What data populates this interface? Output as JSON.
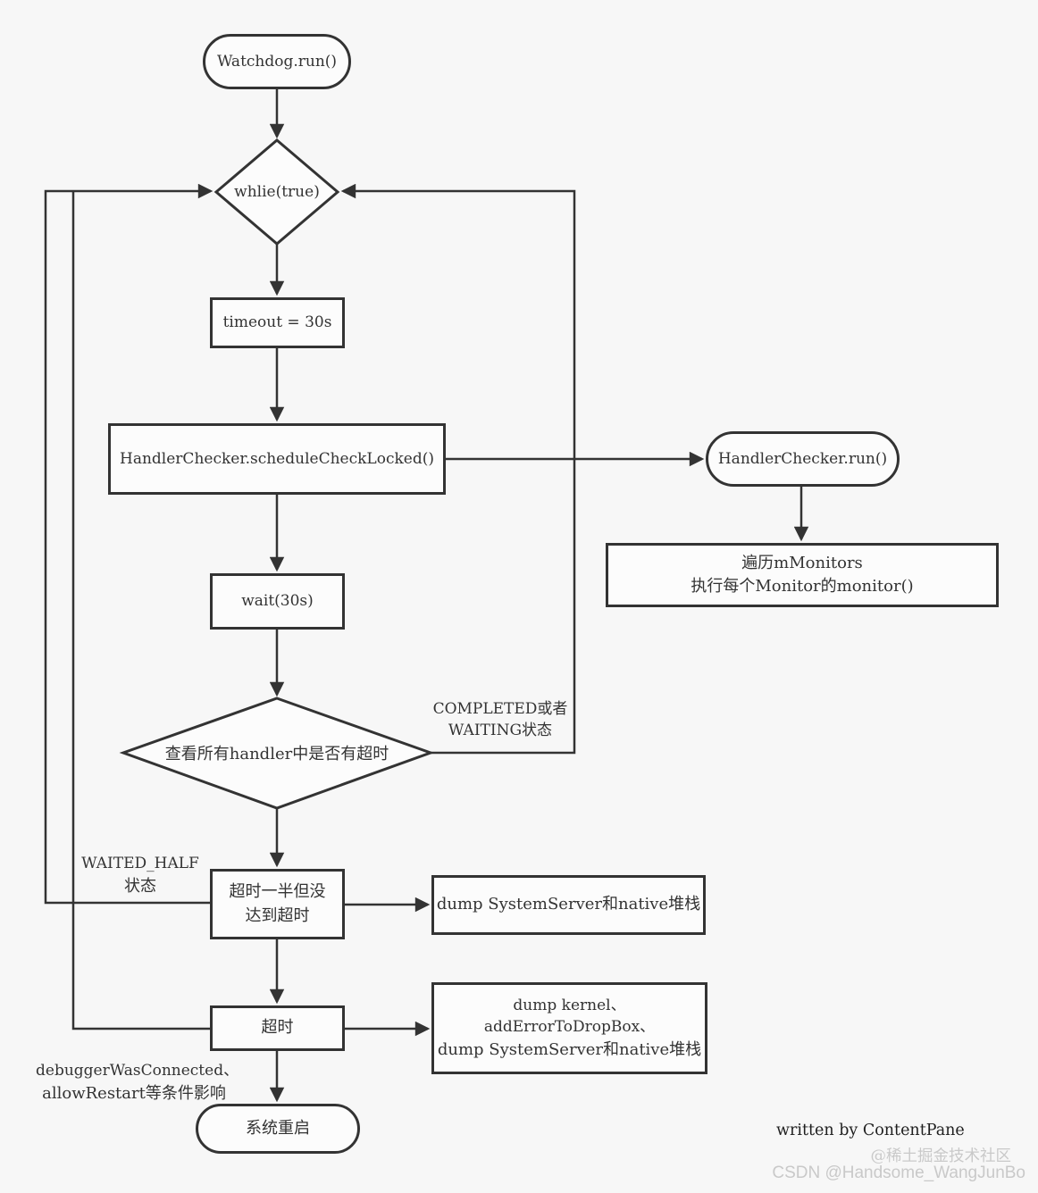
{
  "page": {
    "background": "#f7f7f7",
    "line_color": "#333333",
    "node_fill": "#fcfcfc",
    "text_color": "#333333"
  },
  "nodes": {
    "watchdog_run": {
      "label": "Watchdog.run()"
    },
    "while_true": {
      "label": "whlie(true)"
    },
    "timeout_30s": {
      "label": "timeout = 30s"
    },
    "schedule_check": {
      "label": "HandlerChecker.scheduleCheckLocked()"
    },
    "handler_run": {
      "label": "HandlerChecker.run()"
    },
    "monitors": {
      "line1": "遍历mMonitors",
      "line2": "执行每个Monitor的monitor()"
    },
    "wait_30s": {
      "label": "wait(30s)"
    },
    "check_timeout": {
      "label": "查看所有handler中是否有超时"
    },
    "waited_half_box": {
      "line1": "超时一半但没",
      "line2": "达到超时"
    },
    "dump_native": {
      "label": "dump SystemServer和native堆栈"
    },
    "timeout_box": {
      "label": "超时"
    },
    "dump_kernel": {
      "line1": "dump kernel、",
      "line2": "addErrorToDropBox、",
      "line3": "dump SystemServer和native堆栈"
    },
    "restart": {
      "label": "系统重启"
    }
  },
  "edge_labels": {
    "completed": {
      "line1": "COMPLETED或者",
      "line2": "WAITING状态"
    },
    "waited_half": {
      "line1": "WAITED_HALF",
      "line2": "状态"
    },
    "debugger": {
      "line1": "debuggerWasConnected、",
      "line2": "allowRestart等条件影响"
    }
  },
  "watermark": {
    "line1": "written by ContentPane",
    "line2": "@稀土掘金技术社区",
    "line3": "CSDN @Handsome_WangJunBo"
  }
}
